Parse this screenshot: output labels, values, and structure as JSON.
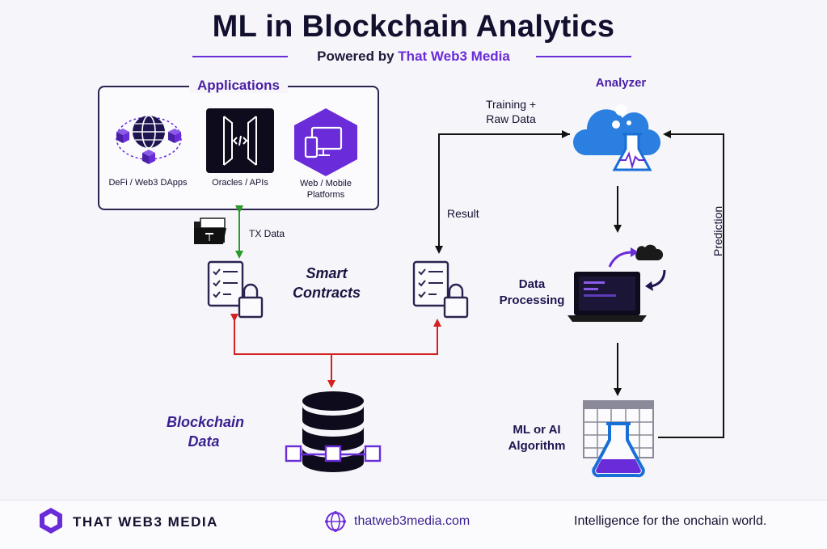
{
  "header": {
    "title": "ML in Blockchain Analytics",
    "subtitle_prefix": "Powered by",
    "subtitle_brand": "That Web3 Media"
  },
  "applications": {
    "title": "Applications",
    "items": [
      {
        "label": "DeFi / Web3 DApps",
        "icon": "network-cubes-icon"
      },
      {
        "label": "Oracles / APIs",
        "icon": "code-gate-icon"
      },
      {
        "label": "Web / Mobile Platforms",
        "icon": "devices-icon"
      }
    ]
  },
  "flow": {
    "tx_data": "TX Data",
    "smart_contracts": "Smart Contracts",
    "blockchain_data": "Blockchain Data",
    "result": "Result",
    "training_raw_data": "Training + Raw Data",
    "analyzer": "Analyzer",
    "data_processing": "Data Processing",
    "ml_algorithm": "ML or AI Algorithm",
    "prediction": "Prediction"
  },
  "colors": {
    "accent": "#6a2bd9",
    "navy": "#1e1550",
    "green_arrow": "#2a9a2a",
    "red_arrow": "#d42020",
    "cloud_blue": "#2a7fe0"
  },
  "footer": {
    "brand": "THAT WEB3 MEDIA",
    "url": "thatweb3media.com",
    "tagline": "Intelligence for the onchain world."
  }
}
